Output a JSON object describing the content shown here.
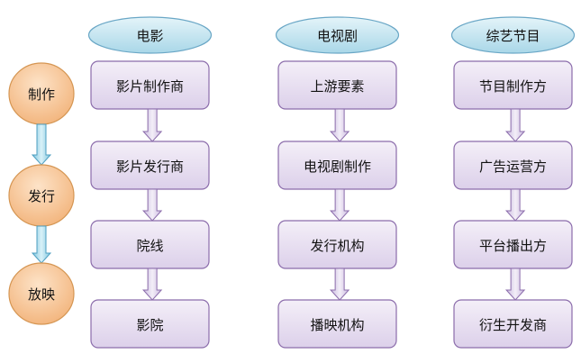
{
  "stages": [
    "制作",
    "发行",
    "放映"
  ],
  "columns": [
    {
      "header": "电影",
      "steps": [
        "影片制作商",
        "影片发行商",
        "院线",
        "影院"
      ]
    },
    {
      "header": "电视剧",
      "steps": [
        "上游要素",
        "电视剧制作",
        "发行机构",
        "播映机构"
      ]
    },
    {
      "header": "综艺节目",
      "steps": [
        "节目制作方",
        "广告运营方",
        "平台播出方",
        "衍生开发商"
      ]
    }
  ],
  "colors": {
    "header_fill": "#bfe3ef",
    "header_stroke": "#6aa7c6",
    "box_fill": "#e9e1f1",
    "box_stroke": "#8b6cab",
    "arrow_fill": "#ddd2ea",
    "arrow_stroke": "#8b6cab",
    "stage_fill": "#f6c79a",
    "stage_stroke": "#d59653",
    "stage_arrow_fill": "#a8dcea",
    "stage_arrow_stroke": "#4e9fc1"
  }
}
